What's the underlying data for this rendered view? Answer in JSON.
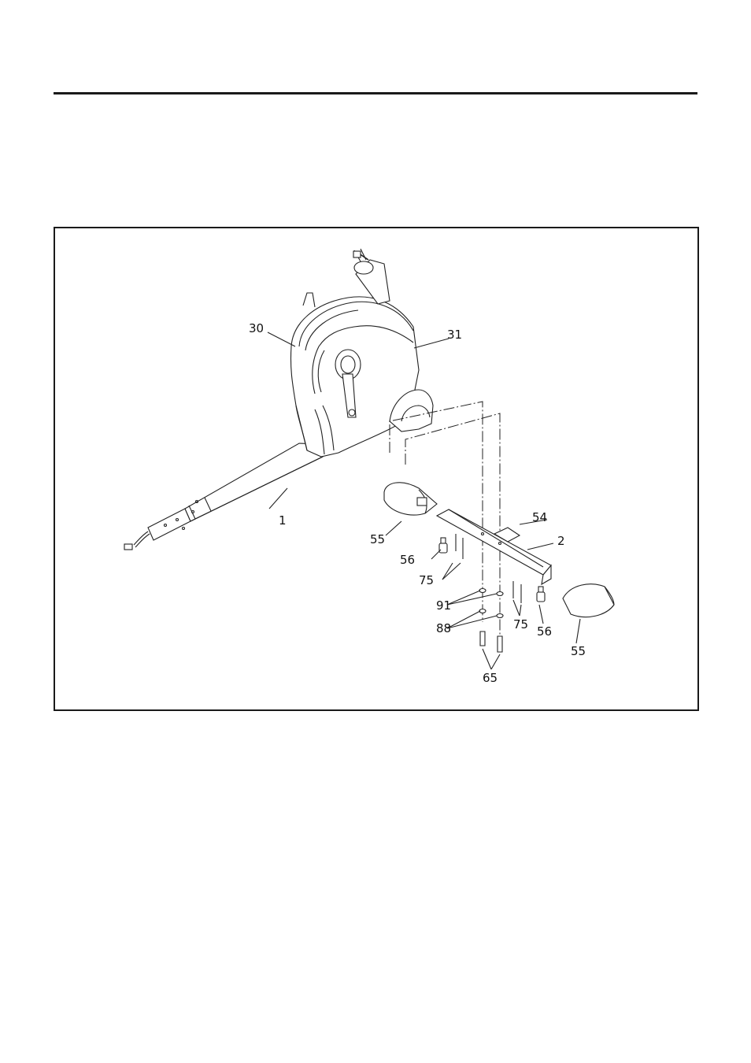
{
  "figure": {
    "labels": {
      "p30": "30",
      "p31": "31",
      "p1": "1",
      "p54": "54",
      "p2": "2",
      "p55_left": "55",
      "p56_left": "56",
      "p75_left": "75",
      "p91": "91",
      "p88": "88",
      "p75_right": "75",
      "p56_right": "56",
      "p55_right": "55",
      "p65": "65"
    }
  }
}
